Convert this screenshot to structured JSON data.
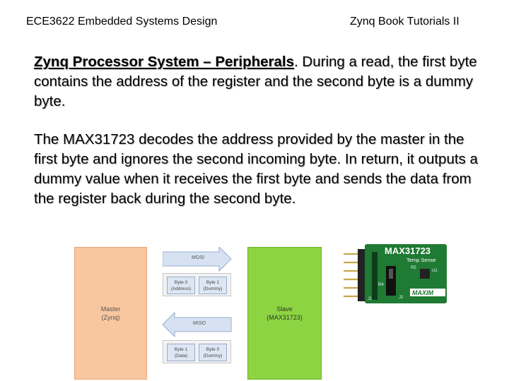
{
  "header": {
    "left": "ECE3622 Embedded Systems Design",
    "right": "Zynq Book Tutorials II"
  },
  "paragraph1": {
    "title": "Zynq Processor System – Peripherals",
    "rest": ". During a read, the first byte contains the address of the register and the second byte is a dummy byte."
  },
  "paragraph2": "The MAX31723 decodes the address provided by the master in the first byte and ignores the second incoming byte. In return, it outputs a dummy value when it receives the first byte and sends the data from the register back during the second byte.",
  "diagram": {
    "master": {
      "line1": "Master",
      "line2": "(Zynq)"
    },
    "slave": {
      "line1": "Slave",
      "line2": "(MAX31723)"
    },
    "mosi_label": "MOSI",
    "miso_label": "MISO",
    "mosi_bytes": [
      {
        "line1": "Byte 0",
        "line2": "(Address)"
      },
      {
        "line1": "Byte 1",
        "line2": "(Dummy)"
      }
    ],
    "miso_bytes": [
      {
        "line1": "Byte 1",
        "line2": "(Data)"
      },
      {
        "line1": "Byte 0",
        "line2": "(Dummy)"
      }
    ]
  },
  "board": {
    "chip_name": "MAX31723",
    "subtitle": "Temp Sense",
    "brand": "MAXIM",
    "labels": [
      "R5",
      "U1",
      "R4",
      "J1",
      "J2"
    ]
  },
  "colors": {
    "master_fill": "#f9c79f",
    "slave_fill": "#8cd441",
    "arrow_fill": "#d6e2f2",
    "board_green": "#1f7a33"
  }
}
